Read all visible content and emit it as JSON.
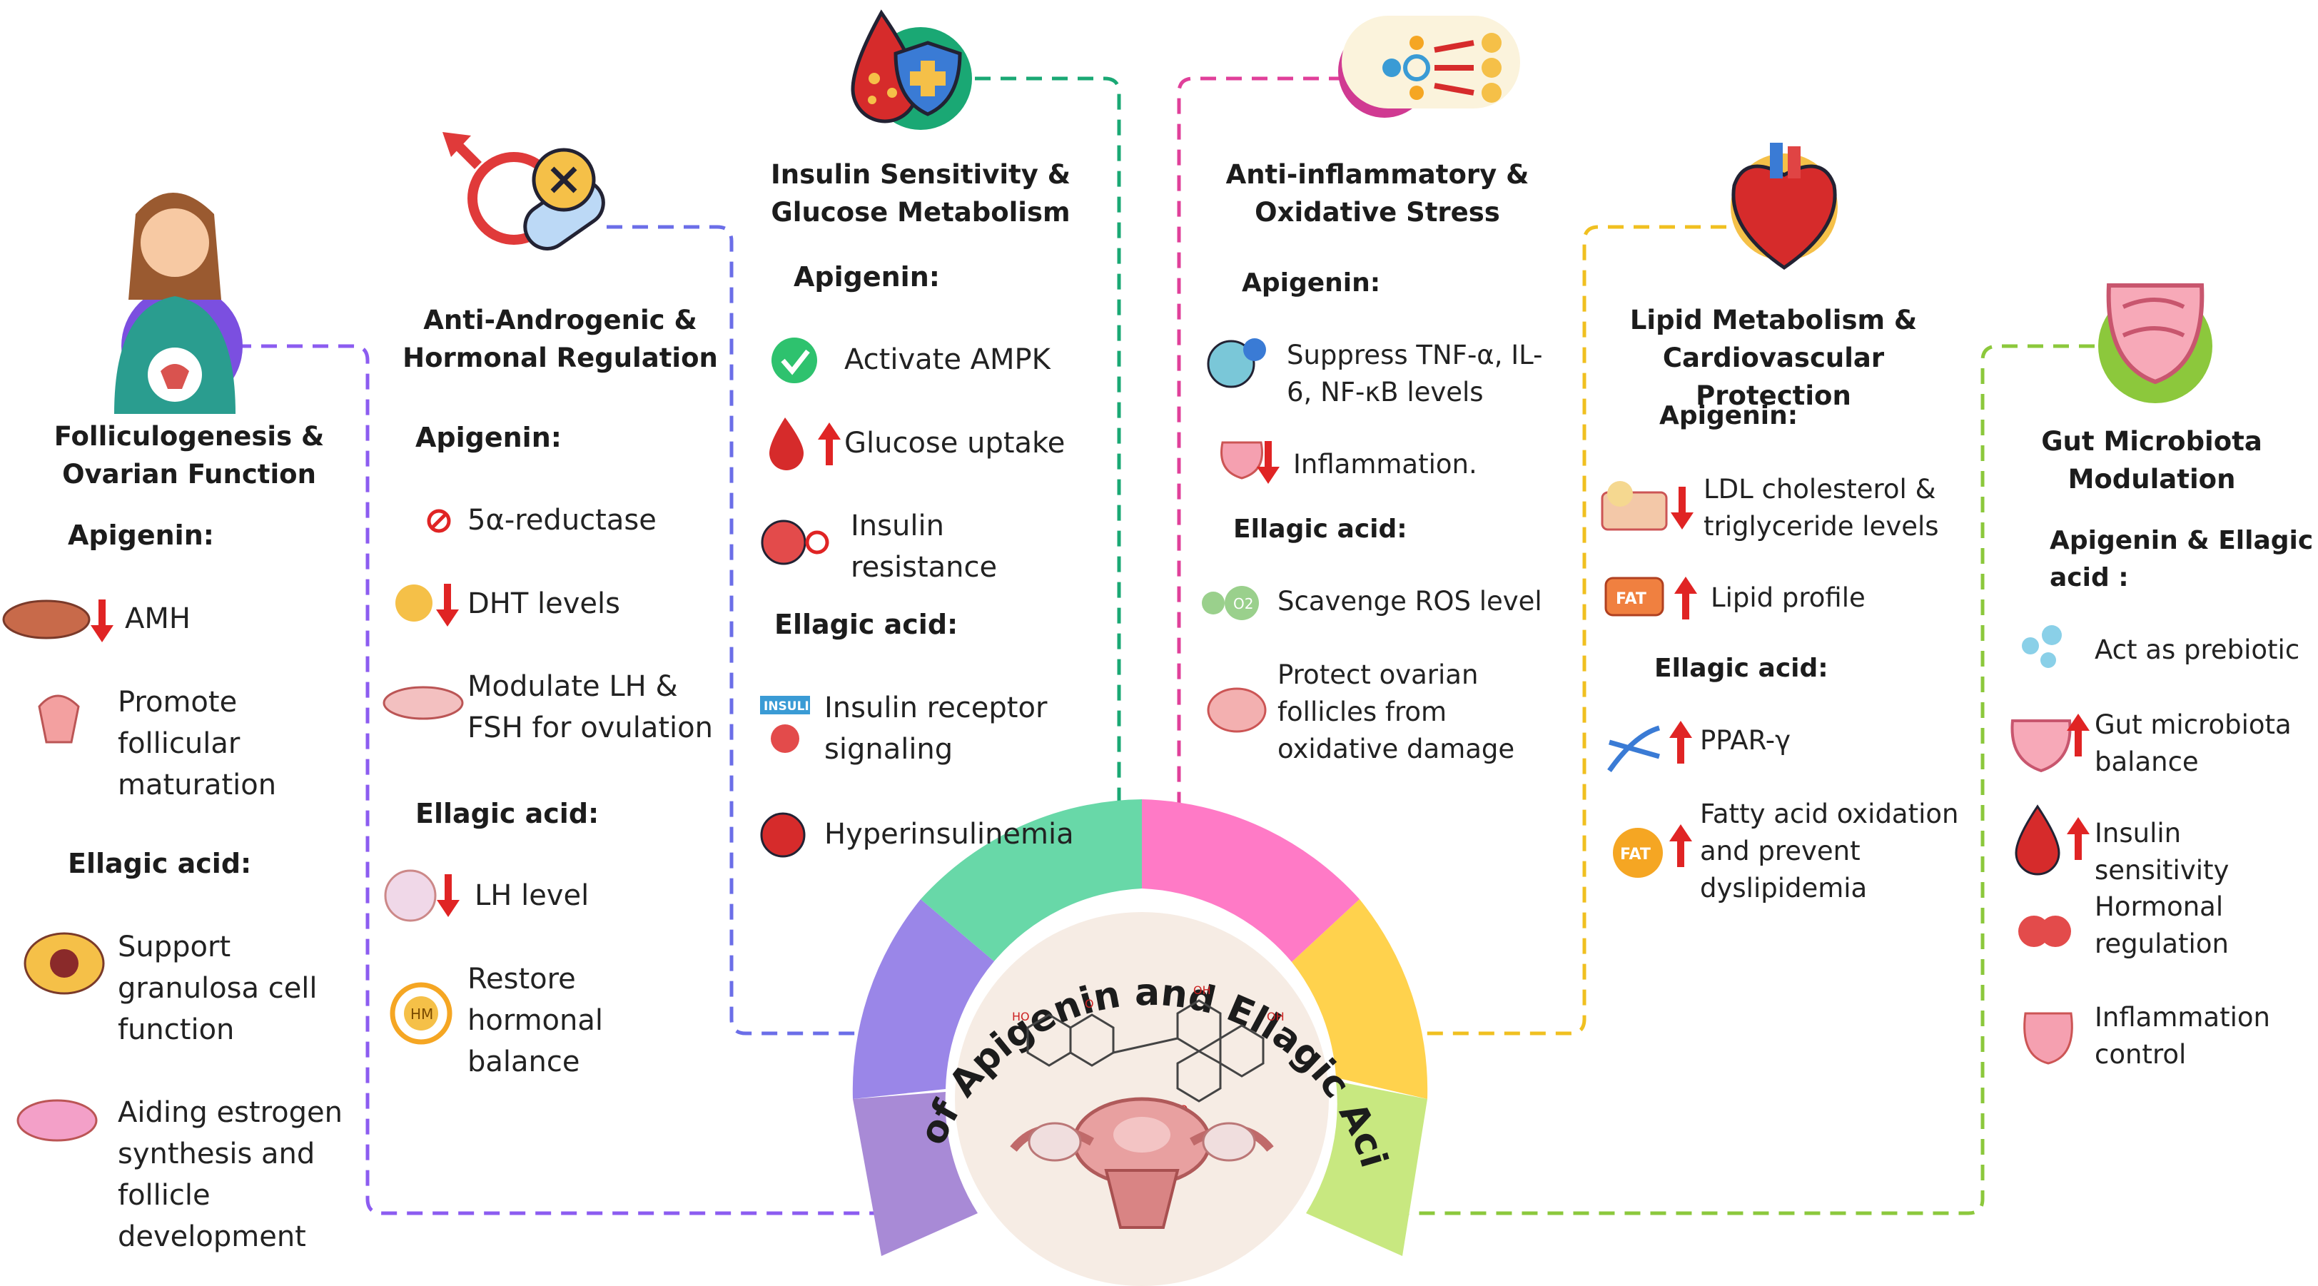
{
  "center": {
    "title": "Mechanism of Apigenin and Ellagic Acid for PCOS"
  },
  "colors": {
    "purple": "#8c5cf0",
    "blue": "#6b6ee8",
    "green": "#1aa874",
    "pink": "#e0409a",
    "yellow": "#f0c020",
    "lime": "#8cc83c",
    "arrow_red": "#e02424"
  },
  "sections": {
    "follicle": {
      "title_1": "Folliculogenesis &",
      "title_2": "Ovarian Function",
      "sub_1": "Apigenin:",
      "sub_2": "Ellagic acid:",
      "items": [
        "AMH",
        "Promote\nfollicular\nmaturation",
        "Support\ngranulosa cell\nfunction",
        "Aiding estrogen\nsynthesis and\nfollicle\ndevelopment"
      ]
    },
    "hormonal": {
      "title_1": "Anti-Androgenic &",
      "title_2": "Hormonal Regulation",
      "sub_1": "Apigenin:",
      "sub_2": "Ellagic acid:",
      "items": [
        "5α-reductase",
        "DHT levels",
        "Modulate LH &\nFSH for ovulation",
        "LH level",
        "Restore\nhormonal\nbalance"
      ]
    },
    "insulin": {
      "title_1": "Insulin Sensitivity &",
      "title_2": "Glucose Metabolism",
      "sub_1": "Apigenin:",
      "sub_2": "Ellagic acid:",
      "items": [
        "Activate AMPK",
        "Glucose uptake",
        "Insulin\nresistance",
        "Insulin receptor\nsignaling",
        "Hyperinsulinemia"
      ],
      "insulin_badge": "INSULIN"
    },
    "inflammation": {
      "title_1": "Anti-inflammatory &",
      "title_2": "Oxidative Stress",
      "sub_1": "Apigenin:",
      "sub_2": "Ellagic acid:",
      "items": [
        "Suppress TNF-α, IL-\n6, NF-κB  levels",
        "Inflammation.",
        "Scavenge ROS level",
        "Protect ovarian\nfollicles from\noxidative damage"
      ],
      "o2_badge": "O2"
    },
    "lipid": {
      "title_1": "Lipid Metabolism &",
      "title_2": "Cardiovascular Protection",
      "sub_1": "Apigenin:",
      "sub_2": "Ellagic acid:",
      "items": [
        "LDL cholesterol &\ntriglyceride levels",
        "Lipid profile",
        "PPAR-γ",
        "Fatty acid oxidation\nand prevent\ndyslipidemia"
      ],
      "fat_badge_1": "FAT",
      "fat_badge_2": "FAT"
    },
    "gut": {
      "title_1": "Gut Microbiota",
      "title_2": "Modulation",
      "sub_1": "Apigenin & Ellagic\nacid :",
      "items": [
        "Act as prebiotic",
        "Gut microbiota\nbalance",
        "Insulin sensitivity",
        "Hormonal\nregulation",
        "Inflammation\ncontrol"
      ]
    }
  },
  "hm_badge": "HM",
  "molecule_labels": {
    "oh": "OH",
    "ho": "HO",
    "o": "O"
  }
}
